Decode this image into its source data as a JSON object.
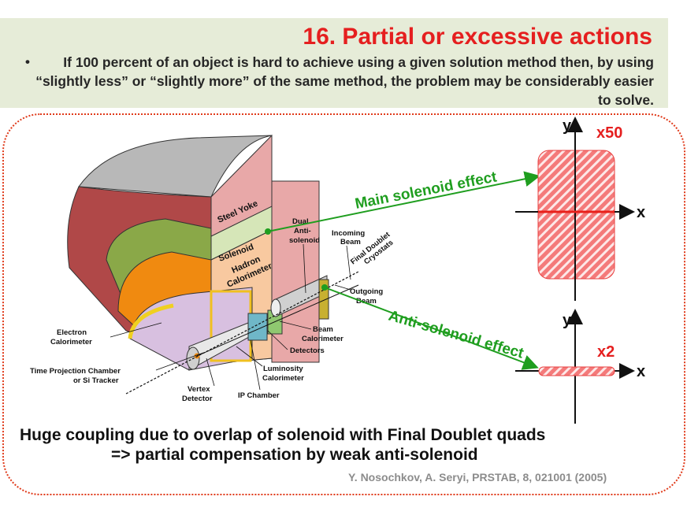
{
  "slide": {
    "title": "16. Partial or excessive actions",
    "bullet_mark": "•",
    "bullet": "If 100 percent of an object is hard to achieve using a given solution method then, by using “slightly less” or “slightly more” of the same method, the problem may be considerably easier to solve.",
    "caption_line1": "Huge coupling due to overlap of solenoid with Final Doublet quads",
    "caption_line2": "=> partial compensation by weak anti-solenoid",
    "reference": "Y. Nosochkov, A. Seryi, PRSTAB, 8, 021001 (2005)"
  },
  "detector": {
    "labels": {
      "steel_yoke": "Steel Yoke",
      "solenoid": "Solenoid",
      "hadron_1": "Hadron",
      "hadron_2": "Calorimeter",
      "dual_1": "Dual",
      "dual_2": "Anti-",
      "dual_3": "solenoid",
      "incoming_1": "Incoming",
      "incoming_2": "Beam",
      "final_doublet_1": "Final Doublet",
      "final_doublet_2": "Cryostats",
      "outgoing_1": "Outgoing",
      "outgoing_2": "Beam",
      "electron_1": "Electron",
      "electron_2": "Calorimeter",
      "tpc_1": "Time Projection Chamber",
      "tpc_2": "or Si Tracker",
      "beam_cal_1": "Beam",
      "beam_cal_2": "Calorimeter",
      "detectors": "Detectors",
      "luminosity_1": "Luminosity",
      "luminosity_2": "Calorimeter",
      "vertex_1": "Vertex",
      "vertex_2": "Detector",
      "ip_chamber": "IP Chamber"
    },
    "colors": {
      "steel_yoke": "#e8a8a8",
      "yoke_outer": "#a84040",
      "solenoid": "#d6e6b8",
      "hadron": "#f8c9a0",
      "electron": "#d8c0e0",
      "orange": "#f08a10"
    }
  },
  "annotations": {
    "main_effect": "Main solenoid effect",
    "anti_effect": "Anti-solenoid effect",
    "arrow_color": "#1f9e1f"
  },
  "beam_plots": [
    {
      "x_label": "x",
      "y_label": "y",
      "multiplier": "x50",
      "shape": "tall rounded rectangle"
    },
    {
      "x_label": "x",
      "y_label": "y",
      "multiplier": "x2",
      "shape": "flat ellipse"
    }
  ]
}
